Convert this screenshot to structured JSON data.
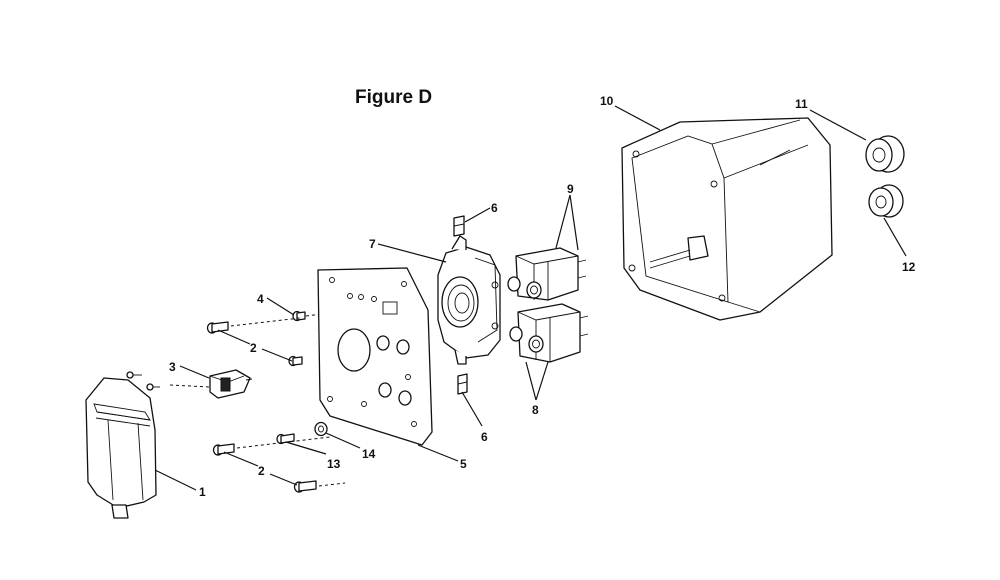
{
  "figure": {
    "title": "Figure D"
  },
  "callouts": {
    "c1": "1",
    "c2a": "2",
    "c2b": "2",
    "c3": "3",
    "c4": "4",
    "c5": "5",
    "c6a": "6",
    "c6b": "6",
    "c7": "7",
    "c8": "8",
    "c9": "9",
    "c10": "10",
    "c11": "11",
    "c12": "12",
    "c13": "13",
    "c14": "14"
  }
}
